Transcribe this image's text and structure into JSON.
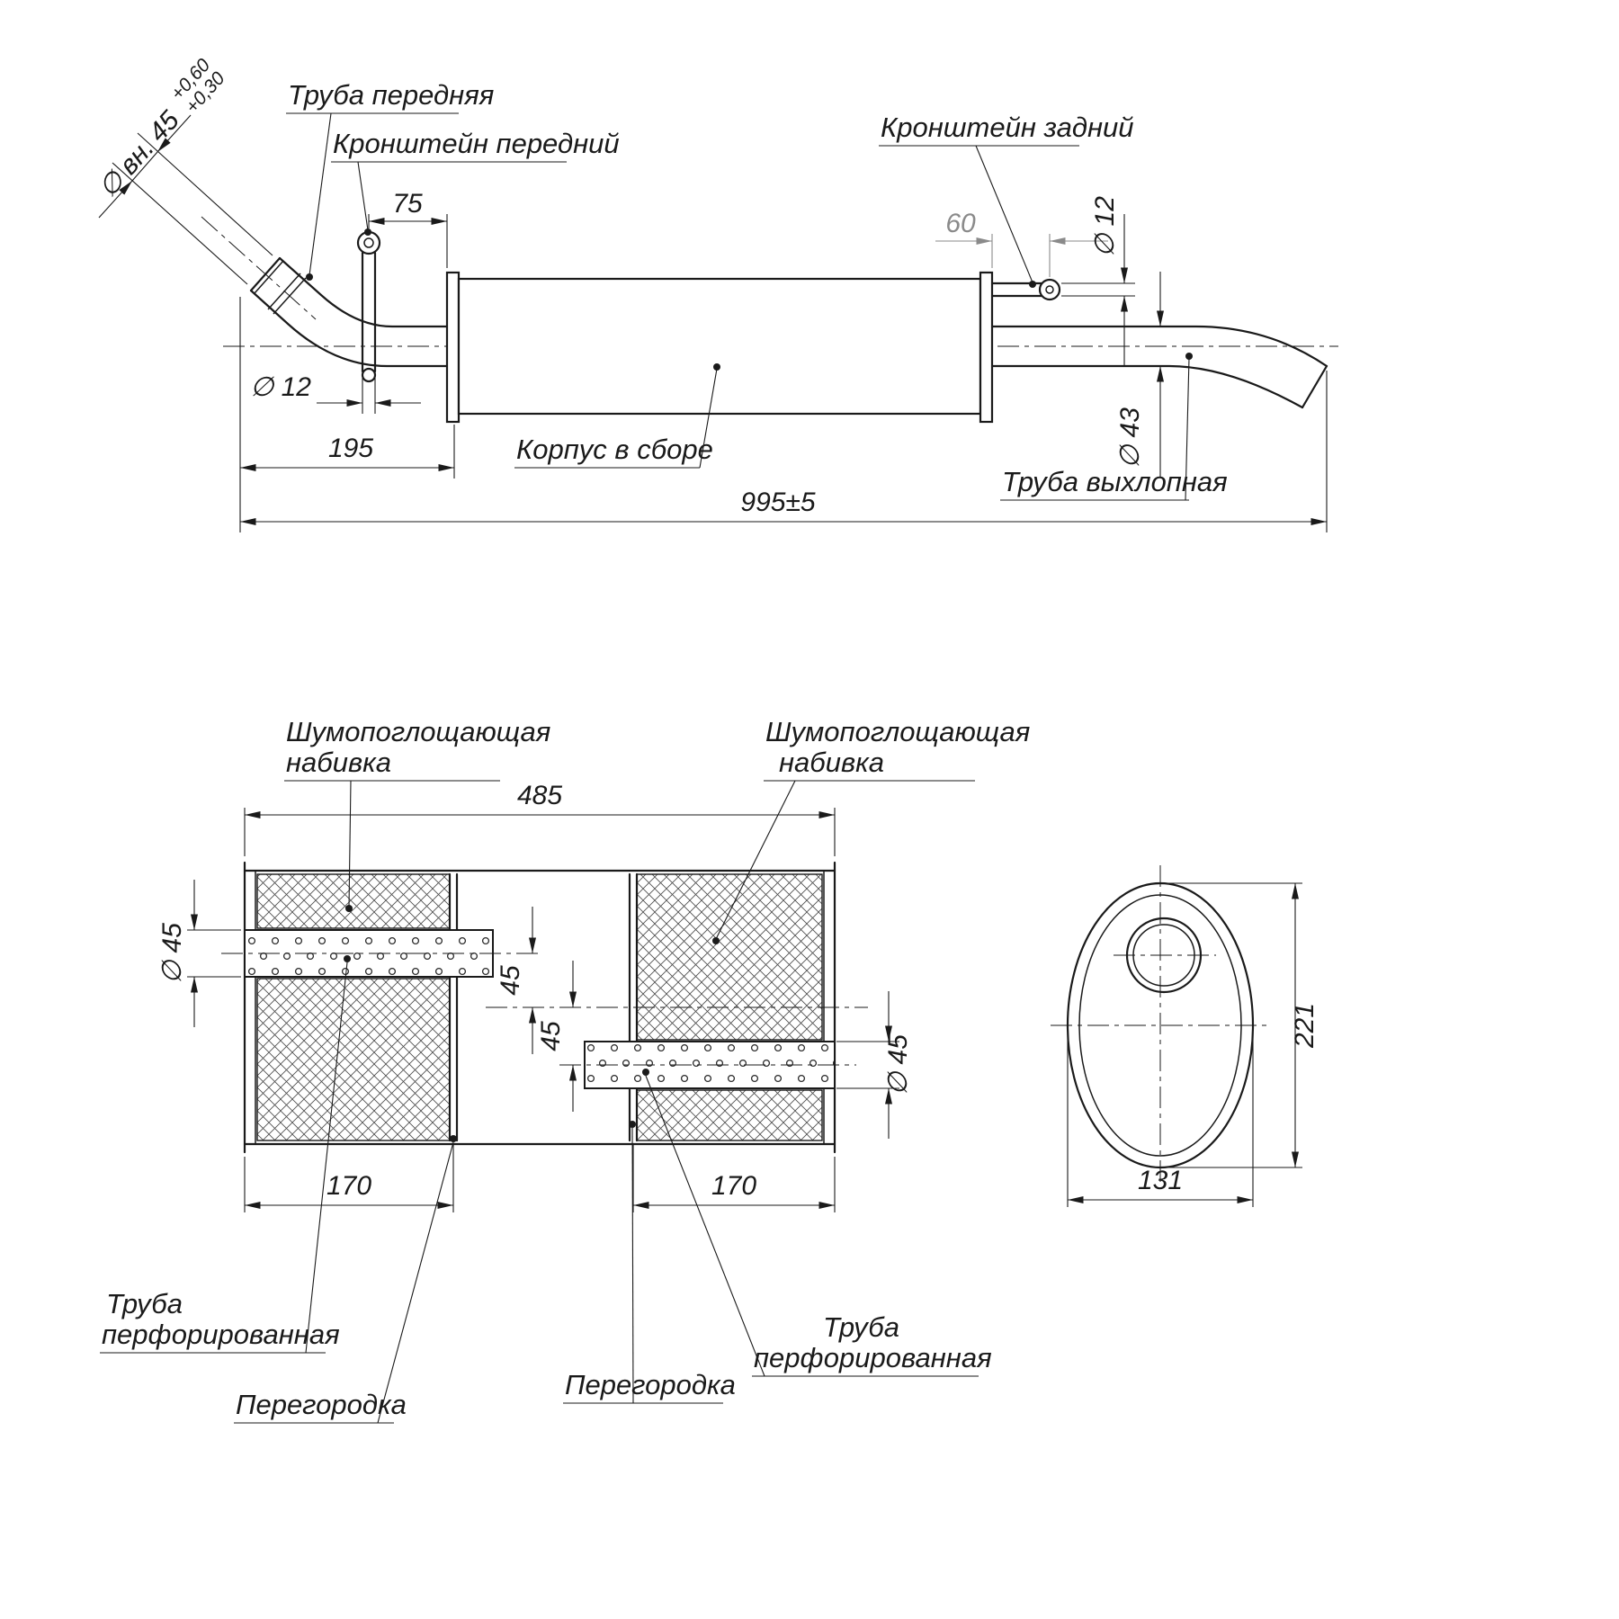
{
  "colors": {
    "line": "#1a1a1a",
    "dim_gray": "#8a8a8a",
    "background": "#ffffff"
  },
  "top": {
    "labels": {
      "front_pipe": "Труба передняя",
      "front_bracket": "Кронштейн передний",
      "rear_bracket": "Кронштейн задний",
      "body": "Корпус в сборе",
      "exhaust_pipe": "Труба выхлопная"
    },
    "dims": {
      "inlet_dia": "∅ вн. 45",
      "inlet_tol_up": "+0,60",
      "inlet_tol_low": "+0,30",
      "bracket_offset": "75",
      "front_bracket_dia": "∅ 12",
      "rear_offset": "60",
      "rear_bracket_dia": "∅ 12",
      "front_len": "195",
      "total_len": "995±5",
      "exhaust_dia": "∅ 43"
    }
  },
  "section": {
    "labels": {
      "pad_left_1": "Шумопоглощающая",
      "pad_left_2": "набивка",
      "pad_right_1": "Шумопоглощающая",
      "pad_right_2": "набивка",
      "perf_left_1": "Труба",
      "perf_left_2": "перфорированная",
      "perf_right_1": "Труба",
      "perf_right_2": "перфорированная",
      "baffle_left": "Перегородка",
      "baffle_right": "Перегородка"
    },
    "dims": {
      "length": "485",
      "pipe_dia_left": "∅ 45",
      "offset_left": "45",
      "offset_right": "45",
      "pipe_dia_right": "∅ 45",
      "pad_len_left": "170",
      "pad_len_right": "170"
    }
  },
  "end_view": {
    "dims": {
      "height": "221",
      "width": "131"
    }
  }
}
